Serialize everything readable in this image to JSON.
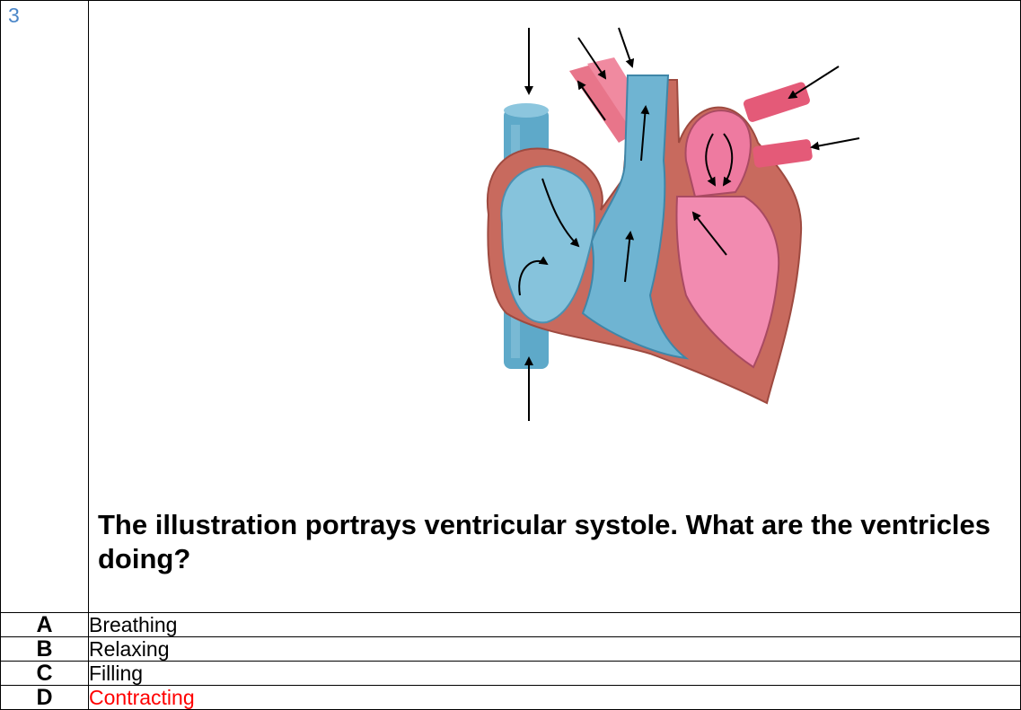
{
  "question": {
    "number": "3",
    "text": "The illustration portrays ventricular systole. What are the ventricles doing?"
  },
  "options": [
    {
      "letter": "A",
      "text": "Breathing"
    },
    {
      "letter": "B",
      "text": "Relaxing"
    },
    {
      "letter": "C",
      "text": "Filling"
    },
    {
      "letter": "D",
      "text": "Contracting"
    }
  ],
  "colors": {
    "question_number": "#4a86c8",
    "highlighted_option": "#ff0000"
  },
  "figure": {
    "subject": "heart-cross-section-ventricular-systole"
  }
}
